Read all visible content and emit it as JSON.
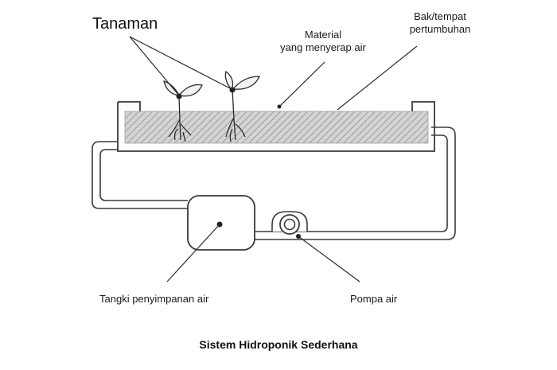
{
  "labels": {
    "plants": "Tanaman",
    "material_line1": "Material",
    "material_line2": "yang menyerap air",
    "tank_line1": "Bak/tempat",
    "tank_line2": "pertumbuhan",
    "storage": "Tangki penyimpanan air",
    "pump": "Pompa air"
  },
  "caption": "Sistem Hidroponik Sederhana",
  "colors": {
    "line": "#3a3a3a",
    "hatch_bg": "#cfcfcf",
    "hatch_line": "#8a8a8a",
    "paper": "#ffffff"
  }
}
